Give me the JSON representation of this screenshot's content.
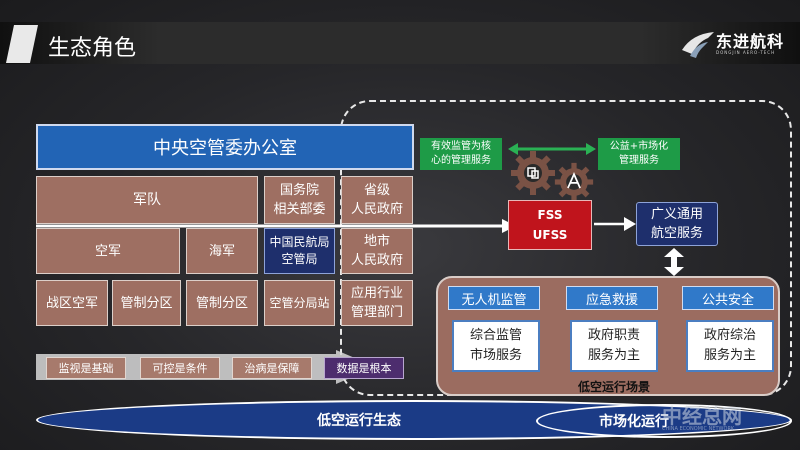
{
  "header": {
    "title": "生态角色",
    "logo_text": "东进航科",
    "logo_sub": "DONGJIN AERO-TECH"
  },
  "top_box": "中央空管委办公室",
  "row1": {
    "military": "军队",
    "state_council": "国务院\n相关部委",
    "province": "省级\n人民政府"
  },
  "row2": {
    "airforce": "空军",
    "navy": "海军",
    "caac": "中国民航局\n空管局",
    "prefecture": "地市\n人民政府"
  },
  "row3": {
    "theater": "战区空军",
    "control1": "管制分区",
    "control2": "管制分区",
    "atc_station": "空管分局站",
    "app_dept": "应用行业\n管理部门"
  },
  "chevrons": [
    "监视是基础",
    "可控是条件",
    "治病是保障",
    "数据是根本"
  ],
  "green_left": "有效监管为核\n心的管理服务",
  "green_right": "公益+市场化\n管理服务",
  "fss": "FSS\nUFSS",
  "general_aviation": "广义通用\n航空服务",
  "sectors": [
    "无人机监管",
    "应急救援",
    "公共安全"
  ],
  "services": [
    "综合监管\n市场服务",
    "政府职责\n服务为主",
    "政府综治\n服务为主"
  ],
  "scene_label": "低空运行场景",
  "ellipse_left": "低空运行生态",
  "ellipse_right": "市场化运行",
  "watermark": "中经总网",
  "watermark_sub": "CHINA ECONOMIC NETWORK"
}
